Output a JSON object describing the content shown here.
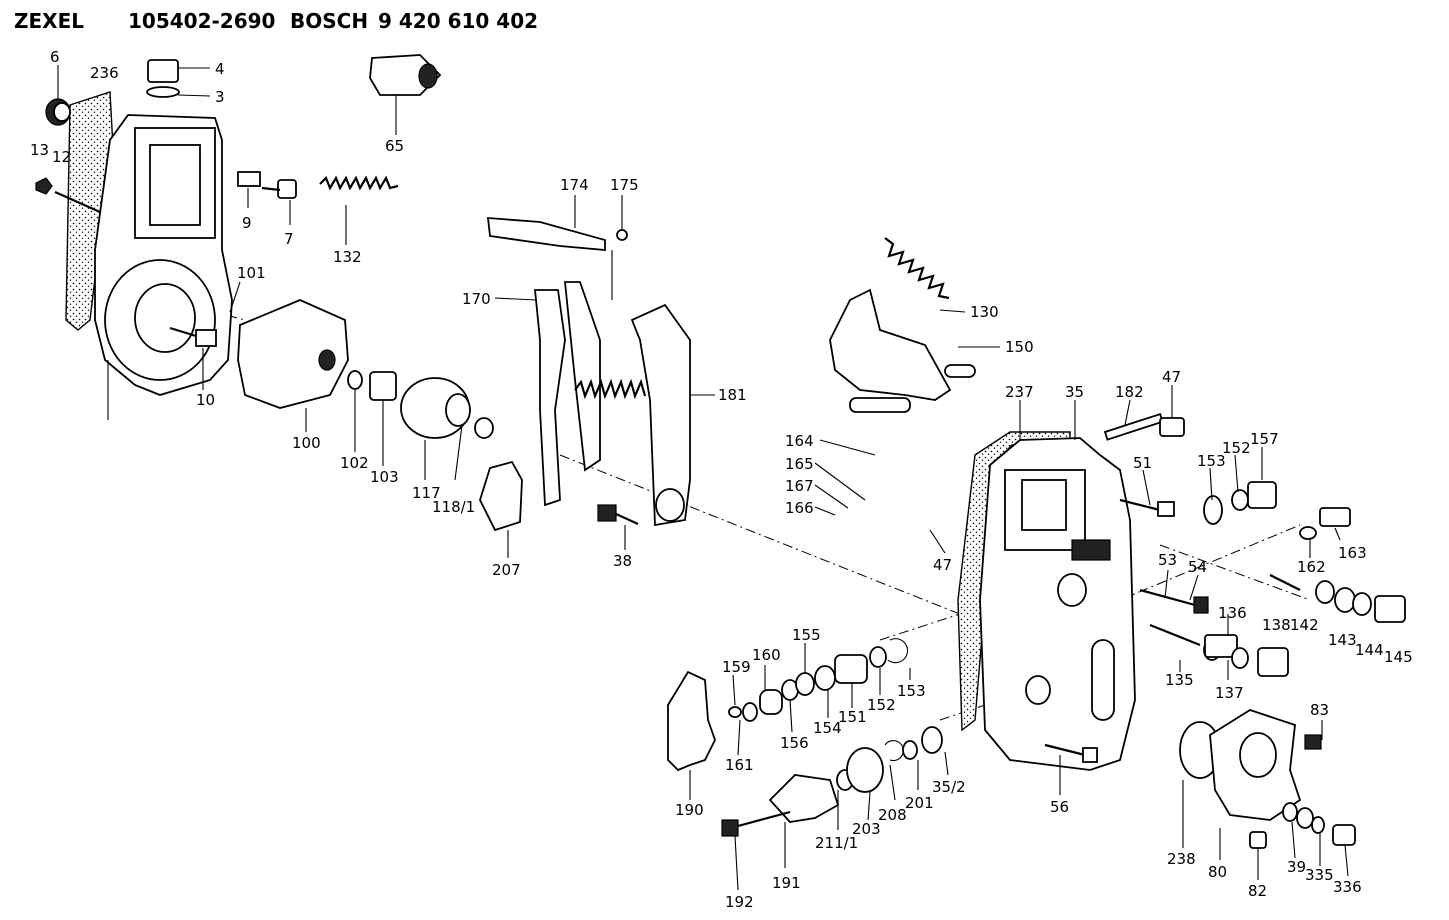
{
  "header": {
    "brand_zexel": "ZEXEL",
    "zexel_number": "105402-2690",
    "brand_bosch": "BOSCH",
    "bosch_number": "9 420 610 402"
  },
  "callouts": [
    "6",
    "236",
    "4",
    "3",
    "65",
    "13",
    "12",
    "9",
    "7",
    "132",
    "174",
    "175",
    "101",
    "170",
    "130",
    "150",
    "10",
    "100",
    "102",
    "103",
    "117",
    "118/1",
    "181",
    "207",
    "38",
    "237",
    "35",
    "182",
    "47",
    "164",
    "165",
    "167",
    "166",
    "47",
    "51",
    "153",
    "152",
    "157",
    "162",
    "163",
    "53",
    "54",
    "138",
    "142",
    "143",
    "144",
    "145",
    "136",
    "135",
    "137",
    "159",
    "160",
    "155",
    "154",
    "151",
    "152",
    "153",
    "161",
    "156",
    "190",
    "35/2",
    "201",
    "208",
    "203",
    "211/1",
    "56",
    "83",
    "191",
    "192",
    "238",
    "80",
    "82",
    "39",
    "335",
    "336"
  ]
}
